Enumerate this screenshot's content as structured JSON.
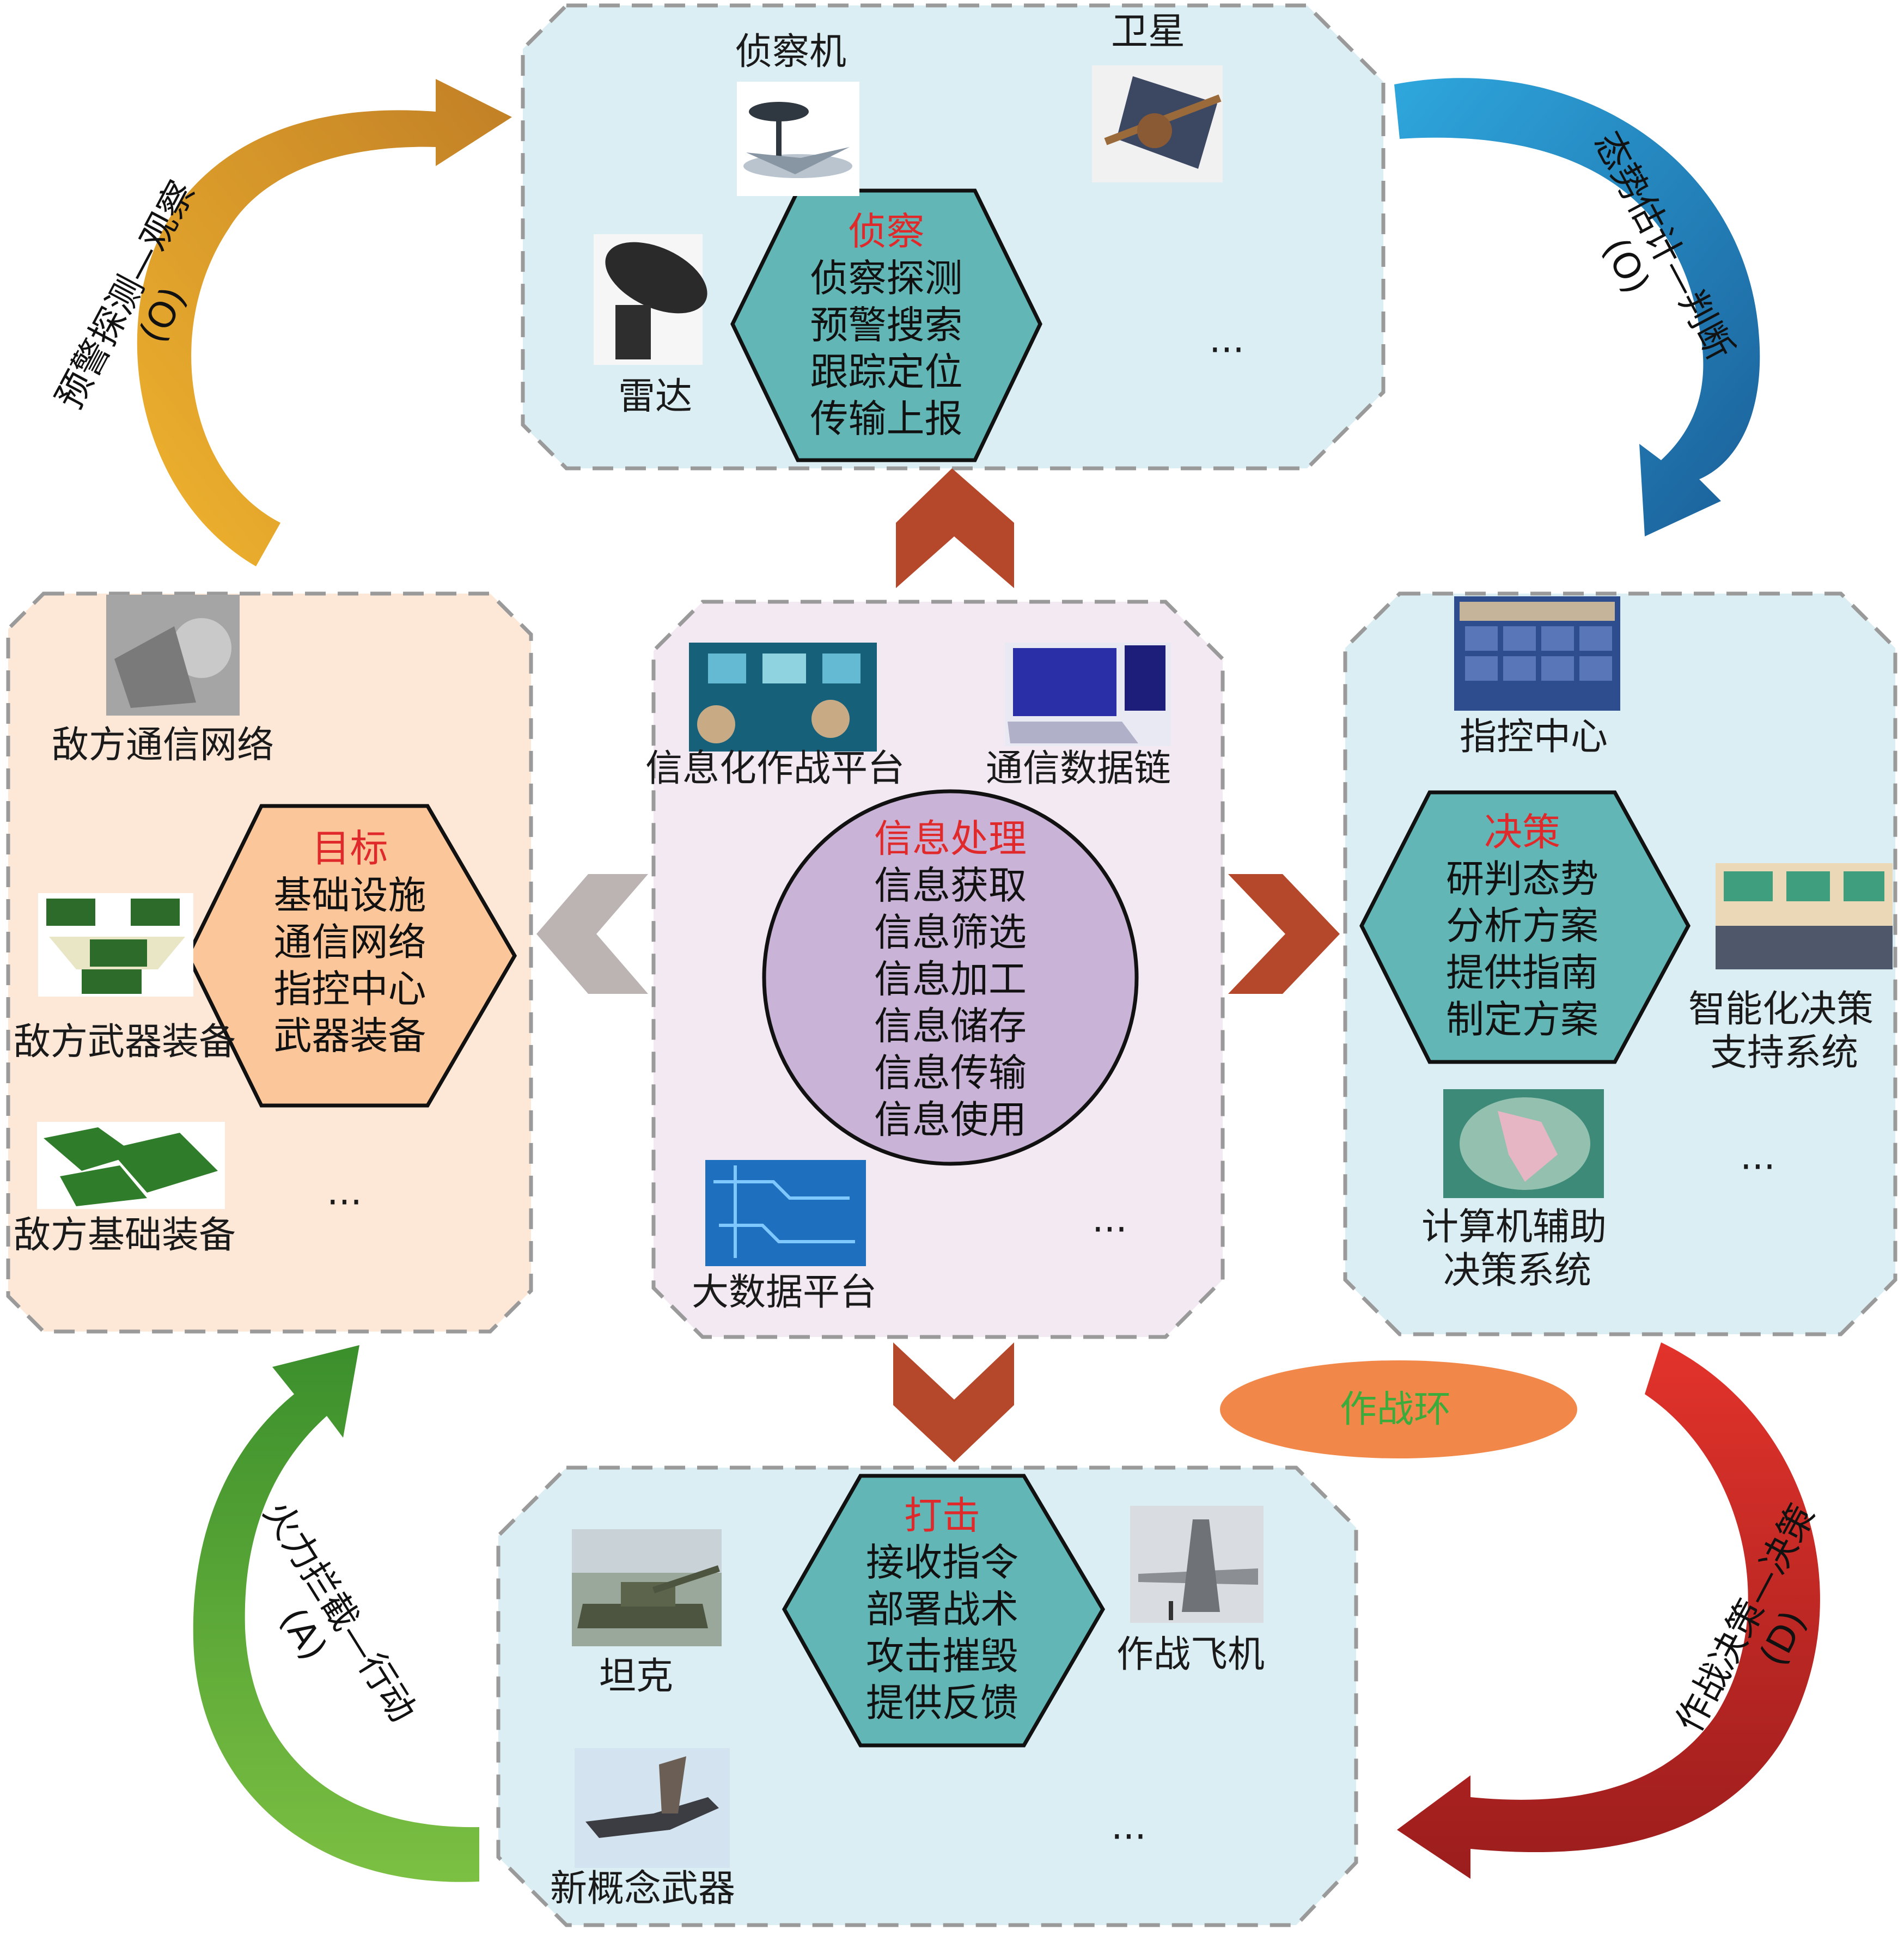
{
  "colors": {
    "blue_panel": "#daeef3",
    "orange_panel": "#fde8d8",
    "pink_panel": "#f3e9f3",
    "hex_fill": "#62b6b5",
    "hex_orange": "#fbc79a",
    "circle_fill": "#c9b3d6",
    "arrow_rust": "#b5472a",
    "arrow_gray": "#bbb4b3",
    "loop_green": "#6fb336",
    "loop_orange": "#e6a424",
    "loop_blue": "#1f78b8",
    "loop_red": "#d12a24",
    "ellipse": "#f2874a",
    "ellipse_text": "#3bab3b",
    "red_heading": "#e0292b"
  },
  "recon": {
    "heading": "侦察",
    "items": [
      "侦察探测",
      "预警搜索",
      "跟踪定位",
      "传输上报"
    ],
    "labels": {
      "plane": "侦察机",
      "satellite": "卫星",
      "radar": "雷达",
      "more": "···"
    }
  },
  "target": {
    "heading": "目标",
    "items": [
      "基础设施",
      "通信网络",
      "指控中心",
      "武器装备"
    ],
    "labels": {
      "network": "敌方通信网络",
      "weapons": "敌方武器装备",
      "infra": "敌方基础装备",
      "more": "···"
    }
  },
  "info": {
    "heading": "信息处理",
    "items": [
      "信息获取",
      "信息筛选",
      "信息加工",
      "信息储存",
      "信息传输",
      "信息使用"
    ],
    "labels": {
      "platform": "信息化作战平台",
      "datalink": "通信数据链",
      "bigdata": "大数据平台",
      "more": "···"
    }
  },
  "decision": {
    "heading": "决策",
    "items": [
      "研判态势",
      "分析方案",
      "提供指南",
      "制定方案"
    ],
    "labels": {
      "command": "指控中心",
      "smart_line1": "智能化决策",
      "smart_line2": "支持系统",
      "computer_line1": "计算机辅助",
      "computer_line2": "决策系统",
      "more": "···"
    }
  },
  "strike": {
    "heading": "打击",
    "items": [
      "接收指令",
      "部署战术",
      "攻击摧毁",
      "提供反馈"
    ],
    "labels": {
      "tank": "坦克",
      "aircraft": "作战飞机",
      "newweapon": "新概念武器",
      "more": "···"
    }
  },
  "loops": {
    "observe_line1": "预警探测—观察",
    "observe_line2": "(O)",
    "orient_line1": "态势估计—判断",
    "orient_line2": "(O)",
    "decide_line1": "作战决策—决策",
    "decide_line2": "(D)",
    "act_line1": "火力拦截—行动",
    "act_line2": "(A)"
  },
  "ellipse_label": "作战环"
}
